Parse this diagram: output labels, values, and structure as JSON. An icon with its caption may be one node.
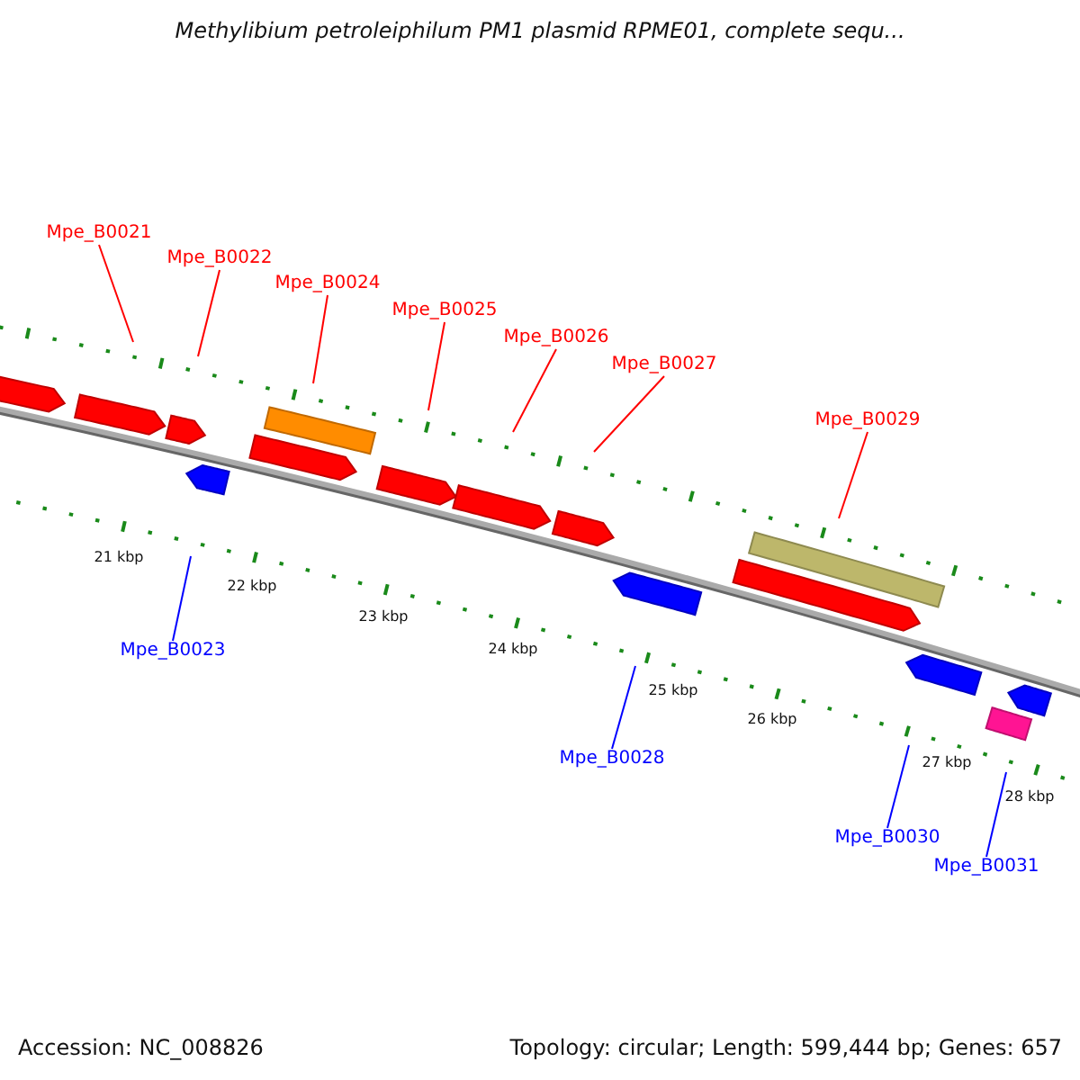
{
  "diagram": {
    "title": "Methylibium petroleiphilum PM1 plasmid RPME01, complete sequ...",
    "nodes": [
      {
        "text": [
          "Mpe_B0021"
        ]
      },
      {
        "text": [
          "Mpe_B0022"
        ]
      },
      {
        "text": [
          "Mpe_B0024"
        ]
      },
      {
        "text": [
          "Mpe_B0025"
        ]
      },
      {
        "text": [
          "Mpe_B0026"
        ]
      },
      {
        "text": [
          "Mpe_B0027"
        ]
      },
      {
        "text": [
          "Mpe_B0029"
        ]
      },
      {
        "text": [
          "Mpe_B0023"
        ]
      },
      {
        "text": [
          "Mpe_B0028"
        ]
      },
      {
        "text": [
          "Mpe_B0030"
        ]
      },
      {
        "text": [
          "Mpe_B0031"
        ]
      }
    ],
    "edges": [
      {
        "from": 0,
        "to": null,
        "arrow": "none"
      },
      {
        "from": 1,
        "to": null,
        "arrow": "none"
      },
      {
        "from": 2,
        "to": null,
        "arrow": "none"
      },
      {
        "from": 3,
        "to": null,
        "arrow": "none"
      },
      {
        "from": 4,
        "to": null,
        "arrow": "none"
      },
      {
        "from": 5,
        "to": null,
        "arrow": "none"
      },
      {
        "from": 6,
        "to": null,
        "arrow": "none"
      },
      {
        "from": 7,
        "to": null,
        "arrow": "none",
        "color": "#0000ff"
      },
      {
        "from": 8,
        "to": null,
        "arrow": "none",
        "color": "#0000ff"
      },
      {
        "from": 9,
        "to": null,
        "arrow": "none",
        "color": "#0000ff"
      },
      {
        "from": 10,
        "to": null,
        "arrow": "none",
        "color": "#0000ff"
      }
    ],
    "labels": [
      "21 kbp",
      "22 kbp",
      "23 kbp",
      "24 kbp",
      "25 kbp",
      "26 kbp",
      "27 kbp",
      "28 kbp",
      "Accession: NC_008826",
      "Topology: circular; Length: 599,444 bp; Genes: 657"
    ]
  }
}
